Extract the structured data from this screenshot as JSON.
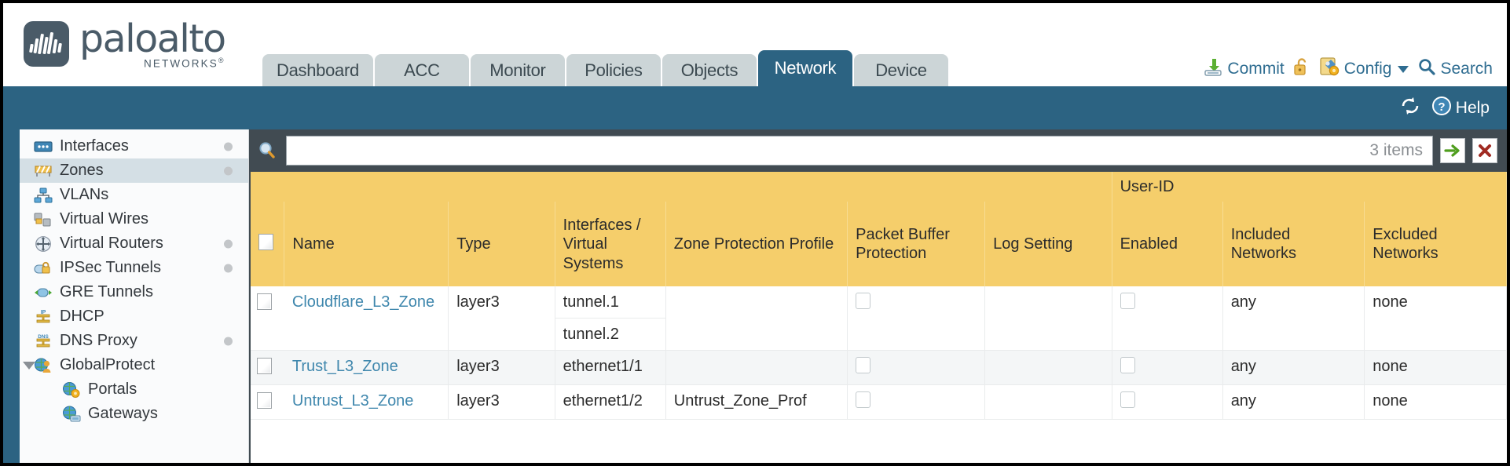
{
  "brand": {
    "name": "paloalto",
    "tagline": "NETWORKS",
    "registered": "®"
  },
  "header": {
    "tabs": [
      {
        "label": "Dashboard",
        "active": false
      },
      {
        "label": "ACC",
        "active": false
      },
      {
        "label": "Monitor",
        "active": false
      },
      {
        "label": "Policies",
        "active": false
      },
      {
        "label": "Objects",
        "active": false
      },
      {
        "label": "Network",
        "active": true
      },
      {
        "label": "Device",
        "active": false
      }
    ],
    "tools": [
      {
        "label": "Commit",
        "icon": "commit-download-icon"
      },
      {
        "label": "",
        "icon": "unlock-padlock-icon"
      },
      {
        "label": "Config",
        "icon": "config-wrench-icon",
        "caret": true
      },
      {
        "label": "Search",
        "icon": "search-magnifier-icon"
      }
    ]
  },
  "bluebar": {
    "refresh_icon": "refresh-icon",
    "help_label": "Help",
    "help_icon": "help-question-icon"
  },
  "sidebar": {
    "items": [
      {
        "label": "Interfaces",
        "icon": "interfaces-icon",
        "selected": false,
        "dot": true,
        "child": false,
        "expander": false
      },
      {
        "label": "Zones",
        "icon": "zones-icon",
        "selected": true,
        "dot": true,
        "child": false,
        "expander": false
      },
      {
        "label": "VLANs",
        "icon": "vlans-icon",
        "selected": false,
        "dot": false,
        "child": false,
        "expander": false
      },
      {
        "label": "Virtual Wires",
        "icon": "virtual-wires-icon",
        "selected": false,
        "dot": false,
        "child": false,
        "expander": false
      },
      {
        "label": "Virtual Routers",
        "icon": "virtual-routers-icon",
        "selected": false,
        "dot": true,
        "child": false,
        "expander": false
      },
      {
        "label": "IPSec Tunnels",
        "icon": "ipsec-tunnels-icon",
        "selected": false,
        "dot": true,
        "child": false,
        "expander": false
      },
      {
        "label": "GRE Tunnels",
        "icon": "gre-tunnels-icon",
        "selected": false,
        "dot": false,
        "child": false,
        "expander": false
      },
      {
        "label": "DHCP",
        "icon": "dhcp-icon",
        "selected": false,
        "dot": false,
        "child": false,
        "expander": false
      },
      {
        "label": "DNS Proxy",
        "icon": "dns-proxy-icon",
        "selected": false,
        "dot": true,
        "child": false,
        "expander": false
      },
      {
        "label": "GlobalProtect",
        "icon": "globalprotect-icon",
        "selected": false,
        "dot": false,
        "child": false,
        "expander": true
      },
      {
        "label": "Portals",
        "icon": "portals-icon",
        "selected": false,
        "dot": false,
        "child": true,
        "expander": false
      },
      {
        "label": "Gateways",
        "icon": "gateways-icon",
        "selected": false,
        "dot": false,
        "child": true,
        "expander": false
      }
    ]
  },
  "search": {
    "value": "",
    "placeholder": "",
    "items_count": "3 items",
    "apply_icon": "green-arrow-icon",
    "clear_icon": "red-x-icon",
    "magnifier_icon": "search-magnifier-icon"
  },
  "table": {
    "group_header": "User-ID",
    "columns": [
      "Name",
      "Type",
      "Interfaces / Virtual Systems",
      "Zone Protection Profile",
      "Packet Buffer Protection",
      "Log Setting",
      "Enabled",
      "Included Networks",
      "Excluded Networks"
    ],
    "rows": [
      {
        "name": "Cloudflare_L3_Zone",
        "type": "layer3",
        "interfaces": [
          "tunnel.1",
          "tunnel.2"
        ],
        "zone_protection_profile": "",
        "packet_buffer_protection": false,
        "log_setting": "",
        "userid_enabled": false,
        "included_networks": "any",
        "excluded_networks": "none",
        "selected": false
      },
      {
        "name": "Trust_L3_Zone",
        "type": "layer3",
        "interfaces": [
          "ethernet1/1"
        ],
        "zone_protection_profile": "",
        "packet_buffer_protection": false,
        "log_setting": "",
        "userid_enabled": false,
        "included_networks": "any",
        "excluded_networks": "none",
        "selected": false
      },
      {
        "name": "Untrust_L3_Zone",
        "type": "layer3",
        "interfaces": [
          "ethernet1/2"
        ],
        "zone_protection_profile": "Untrust_Zone_Prof",
        "packet_buffer_protection": false,
        "log_setting": "",
        "userid_enabled": false,
        "included_networks": "any",
        "excluded_networks": "none",
        "selected": false
      }
    ]
  },
  "colors": {
    "brand_blue": "#2c6382",
    "header_amber": "#f5ce6b",
    "group_amber": "#ddab38",
    "link_blue": "#3f87ad",
    "panel_dark": "#414b52"
  }
}
